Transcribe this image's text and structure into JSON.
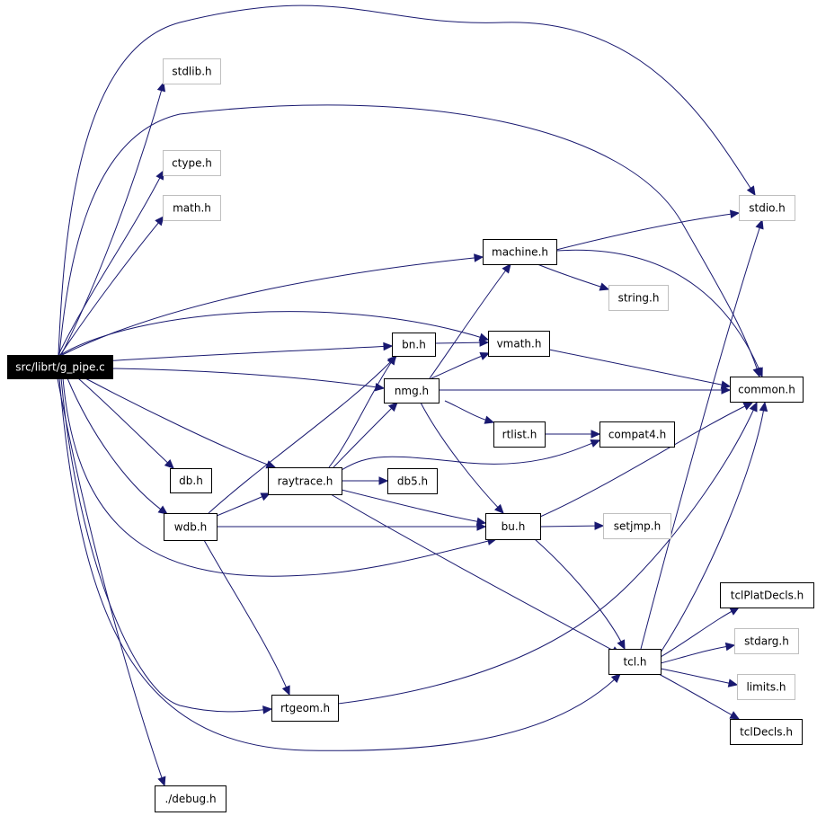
{
  "diagram": {
    "nodes": [
      {
        "id": "g_pipe",
        "label": "src/librt/g_pipe.c",
        "style": "root"
      },
      {
        "id": "stdlib",
        "label": "stdlib.h",
        "style": "external"
      },
      {
        "id": "ctype",
        "label": "ctype.h",
        "style": "external"
      },
      {
        "id": "math",
        "label": "math.h",
        "style": "external"
      },
      {
        "id": "stdio",
        "label": "stdio.h",
        "style": "external"
      },
      {
        "id": "machine",
        "label": "machine.h",
        "style": "normal"
      },
      {
        "id": "string",
        "label": "string.h",
        "style": "external"
      },
      {
        "id": "bn",
        "label": "bn.h",
        "style": "normal"
      },
      {
        "id": "vmath",
        "label": "vmath.h",
        "style": "normal"
      },
      {
        "id": "nmg",
        "label": "nmg.h",
        "style": "normal"
      },
      {
        "id": "common",
        "label": "common.h",
        "style": "normal"
      },
      {
        "id": "rtlist",
        "label": "rtlist.h",
        "style": "normal"
      },
      {
        "id": "compat4",
        "label": "compat4.h",
        "style": "normal"
      },
      {
        "id": "db",
        "label": "db.h",
        "style": "normal"
      },
      {
        "id": "raytrace",
        "label": "raytrace.h",
        "style": "normal"
      },
      {
        "id": "db5",
        "label": "db5.h",
        "style": "normal"
      },
      {
        "id": "wdb",
        "label": "wdb.h",
        "style": "normal"
      },
      {
        "id": "bu",
        "label": "bu.h",
        "style": "normal"
      },
      {
        "id": "setjmp",
        "label": "setjmp.h",
        "style": "external"
      },
      {
        "id": "tclPlatDecls",
        "label": "tclPlatDecls.h",
        "style": "normal"
      },
      {
        "id": "stdarg",
        "label": "stdarg.h",
        "style": "external"
      },
      {
        "id": "tcl",
        "label": "tcl.h",
        "style": "normal"
      },
      {
        "id": "limits",
        "label": "limits.h",
        "style": "external"
      },
      {
        "id": "rtgeom",
        "label": "rtgeom.h",
        "style": "normal"
      },
      {
        "id": "tclDecls",
        "label": "tclDecls.h",
        "style": "normal"
      },
      {
        "id": "debug",
        "label": "./debug.h",
        "style": "normal"
      }
    ],
    "edges": [
      {
        "from": "g_pipe",
        "to": "stdlib"
      },
      {
        "from": "g_pipe",
        "to": "ctype"
      },
      {
        "from": "g_pipe",
        "to": "math"
      },
      {
        "from": "g_pipe",
        "to": "stdio"
      },
      {
        "from": "g_pipe",
        "to": "common"
      },
      {
        "from": "g_pipe",
        "to": "machine"
      },
      {
        "from": "g_pipe",
        "to": "vmath"
      },
      {
        "from": "g_pipe",
        "to": "bn"
      },
      {
        "from": "g_pipe",
        "to": "nmg"
      },
      {
        "from": "g_pipe",
        "to": "raytrace"
      },
      {
        "from": "g_pipe",
        "to": "db"
      },
      {
        "from": "g_pipe",
        "to": "wdb"
      },
      {
        "from": "g_pipe",
        "to": "bu"
      },
      {
        "from": "g_pipe",
        "to": "rtgeom"
      },
      {
        "from": "g_pipe",
        "to": "tcl"
      },
      {
        "from": "g_pipe",
        "to": "debug"
      },
      {
        "from": "machine",
        "to": "stdio"
      },
      {
        "from": "machine",
        "to": "string"
      },
      {
        "from": "machine",
        "to": "common"
      },
      {
        "from": "bn",
        "to": "vmath"
      },
      {
        "from": "vmath",
        "to": "common"
      },
      {
        "from": "nmg",
        "to": "machine"
      },
      {
        "from": "nmg",
        "to": "vmath"
      },
      {
        "from": "nmg",
        "to": "common"
      },
      {
        "from": "nmg",
        "to": "rtlist"
      },
      {
        "from": "nmg",
        "to": "bu"
      },
      {
        "from": "rtlist",
        "to": "compat4"
      },
      {
        "from": "raytrace",
        "to": "bn"
      },
      {
        "from": "raytrace",
        "to": "nmg"
      },
      {
        "from": "raytrace",
        "to": "compat4"
      },
      {
        "from": "raytrace",
        "to": "db5"
      },
      {
        "from": "raytrace",
        "to": "bu"
      },
      {
        "from": "raytrace",
        "to": "tcl"
      },
      {
        "from": "wdb",
        "to": "bn"
      },
      {
        "from": "wdb",
        "to": "raytrace"
      },
      {
        "from": "wdb",
        "to": "bu"
      },
      {
        "from": "wdb",
        "to": "rtgeom"
      },
      {
        "from": "bu",
        "to": "common"
      },
      {
        "from": "bu",
        "to": "setjmp"
      },
      {
        "from": "bu",
        "to": "tcl"
      },
      {
        "from": "rtgeom",
        "to": "common"
      },
      {
        "from": "tcl",
        "to": "stdio"
      },
      {
        "from": "tcl",
        "to": "common"
      },
      {
        "from": "tcl",
        "to": "tclPlatDecls"
      },
      {
        "from": "tcl",
        "to": "stdarg"
      },
      {
        "from": "tcl",
        "to": "limits"
      },
      {
        "from": "tcl",
        "to": "tclDecls"
      }
    ]
  },
  "colors": {
    "edge": "#191970",
    "root_fill": "#000000",
    "root_text": "#ffffff",
    "node_border": "#000000",
    "external_border": "#bfbfbf"
  }
}
